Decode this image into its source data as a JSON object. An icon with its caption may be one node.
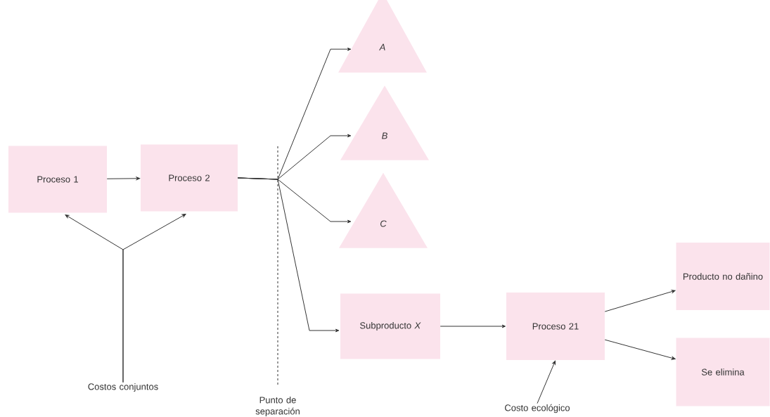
{
  "diagram": {
    "nodes": [
      {
        "text": [
          "Proceso 1"
        ]
      },
      {
        "text": [
          "Proceso 2"
        ]
      },
      {
        "text": [
          "A"
        ]
      },
      {
        "text": [
          "B"
        ]
      },
      {
        "text": [
          "C"
        ]
      },
      {
        "text": [
          "Subproducto *X*"
        ]
      },
      {
        "text": [
          "Proceso 21"
        ]
      },
      {
        "text": [
          "Producto no dañino"
        ]
      },
      {
        "text": [
          "Se elimina"
        ]
      },
      {
        "text": [
          "Costos conjuntos"
        ]
      },
      {
        "text": [
          "Costo ecológico"
        ]
      }
    ],
    "edges": [
      {
        "from": 0,
        "to": 1,
        "arrow": "to"
      },
      {
        "from": 9,
        "to": 0,
        "arrow": "to"
      },
      {
        "from": 9,
        "to": 1,
        "arrow": "to"
      },
      {
        "from": 1,
        "to": 2,
        "arrow": "to"
      },
      {
        "from": 1,
        "to": 3,
        "arrow": "to"
      },
      {
        "from": 1,
        "to": 4,
        "arrow": "to"
      },
      {
        "from": 1,
        "to": 5,
        "arrow": "to"
      },
      {
        "from": 5,
        "to": 6,
        "arrow": "to"
      },
      {
        "from": 6,
        "to": 7,
        "arrow": "to"
      },
      {
        "from": 6,
        "to": 8,
        "arrow": "to"
      },
      {
        "from": 10,
        "to": 6,
        "arrow": "to"
      }
    ],
    "labels": [
      "Punto de separación"
    ]
  }
}
